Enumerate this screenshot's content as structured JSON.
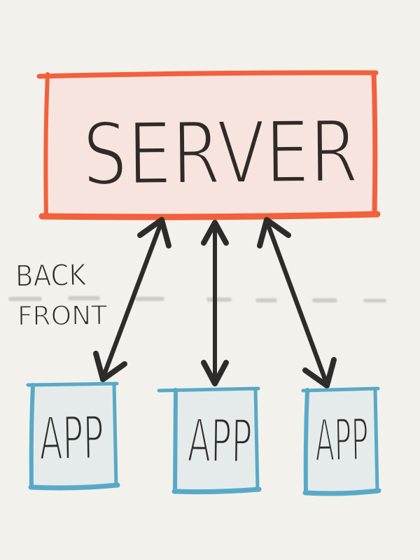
{
  "diagram": {
    "background_color": "#f3f1ec",
    "ink_color": "#2e2b28",
    "server": {
      "label": "SERVER",
      "fill_color": "#f8e4de",
      "border_color": "#f2603c"
    },
    "apps": [
      {
        "label": "APP"
      },
      {
        "label": "APP"
      },
      {
        "label": "APP"
      }
    ],
    "app_style": {
      "fill_color": "#e4ebea",
      "border_color": "#58a9c7"
    },
    "annotations": {
      "back": "BACK",
      "front": "FRONT"
    },
    "connectors": {
      "count": 3,
      "type": "bidirectional-arrow",
      "color": "#2e2b28"
    },
    "divider": {
      "style": "erased-smudge-dashes",
      "color": "#a29f9a"
    }
  }
}
